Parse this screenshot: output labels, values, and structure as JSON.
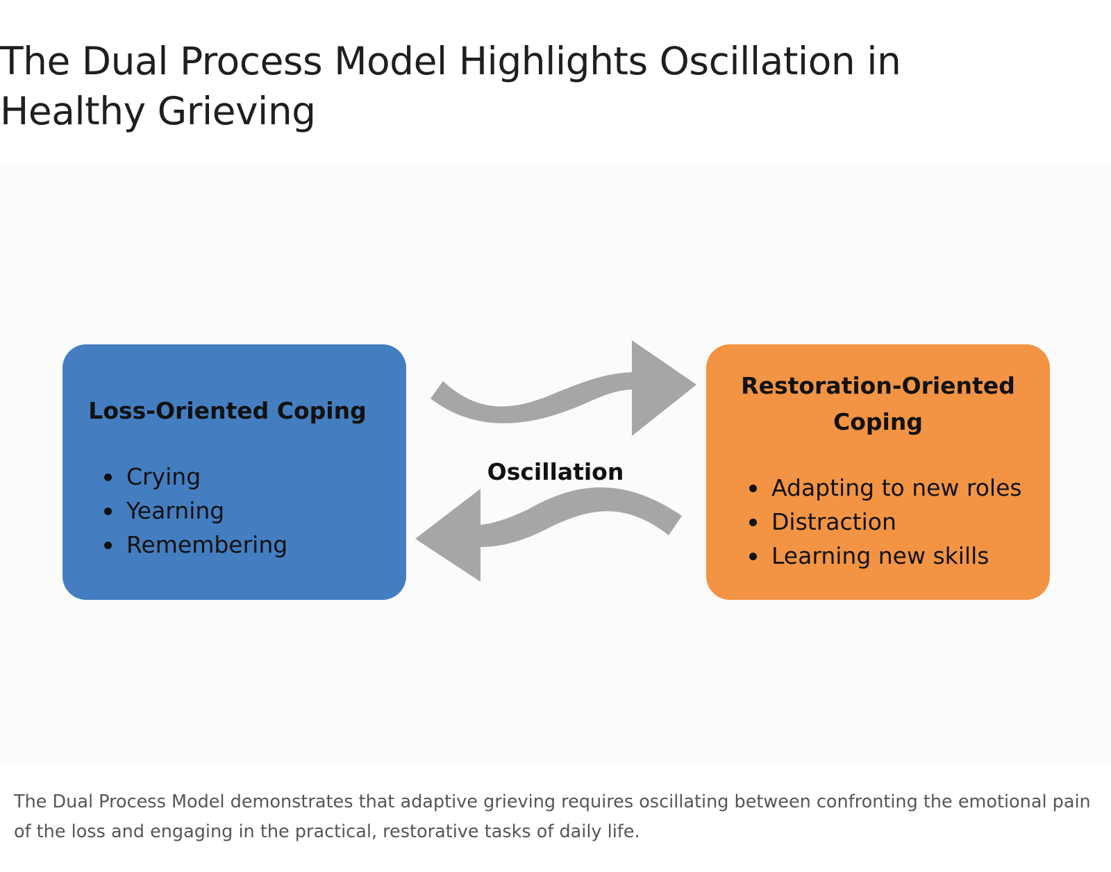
{
  "title": "The Dual Process Model Highlights Oscillation in Healthy Grieving",
  "diagram": {
    "loss": {
      "title": "Loss-Oriented Coping",
      "items": [
        "Crying",
        "Yearning",
        "Remembering"
      ],
      "color": "#447ec0"
    },
    "restoration": {
      "title": "Restoration-Oriented Coping",
      "items": [
        "Adapting to new roles",
        "Distraction",
        "Learning new skills"
      ],
      "color": "#f29444"
    },
    "oscillation_label": "Oscillation",
    "arrow_color": "#a6a6a6"
  },
  "caption": "The Dual Process Model demonstrates that adaptive grieving requires oscillating between confronting the emotional pain of the loss and engaging in the practical, restorative tasks of daily life."
}
